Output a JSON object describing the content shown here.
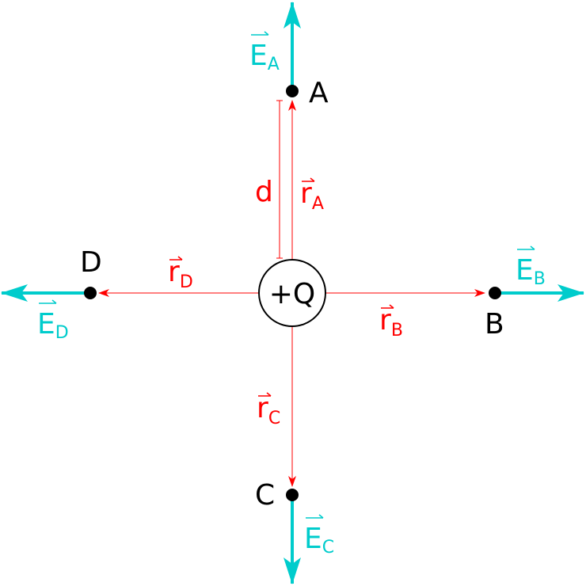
{
  "colors": {
    "field": "#00cccc",
    "position": "#ff0000",
    "ink": "#000000"
  },
  "charge": {
    "label": "+Q"
  },
  "points": {
    "A": "A",
    "B": "B",
    "C": "C",
    "D": "D"
  },
  "field_vectors": {
    "A": {
      "symbol": "E",
      "sub": "A"
    },
    "B": {
      "symbol": "E",
      "sub": "B"
    },
    "C": {
      "symbol": "E",
      "sub": "C"
    },
    "D": {
      "symbol": "E",
      "sub": "D"
    }
  },
  "position_vectors": {
    "A": {
      "symbol": "r",
      "sub": "A"
    },
    "B": {
      "symbol": "r",
      "sub": "B"
    },
    "C": {
      "symbol": "r",
      "sub": "C"
    },
    "D": {
      "symbol": "r",
      "sub": "D"
    }
  },
  "distance": {
    "label": "d"
  }
}
